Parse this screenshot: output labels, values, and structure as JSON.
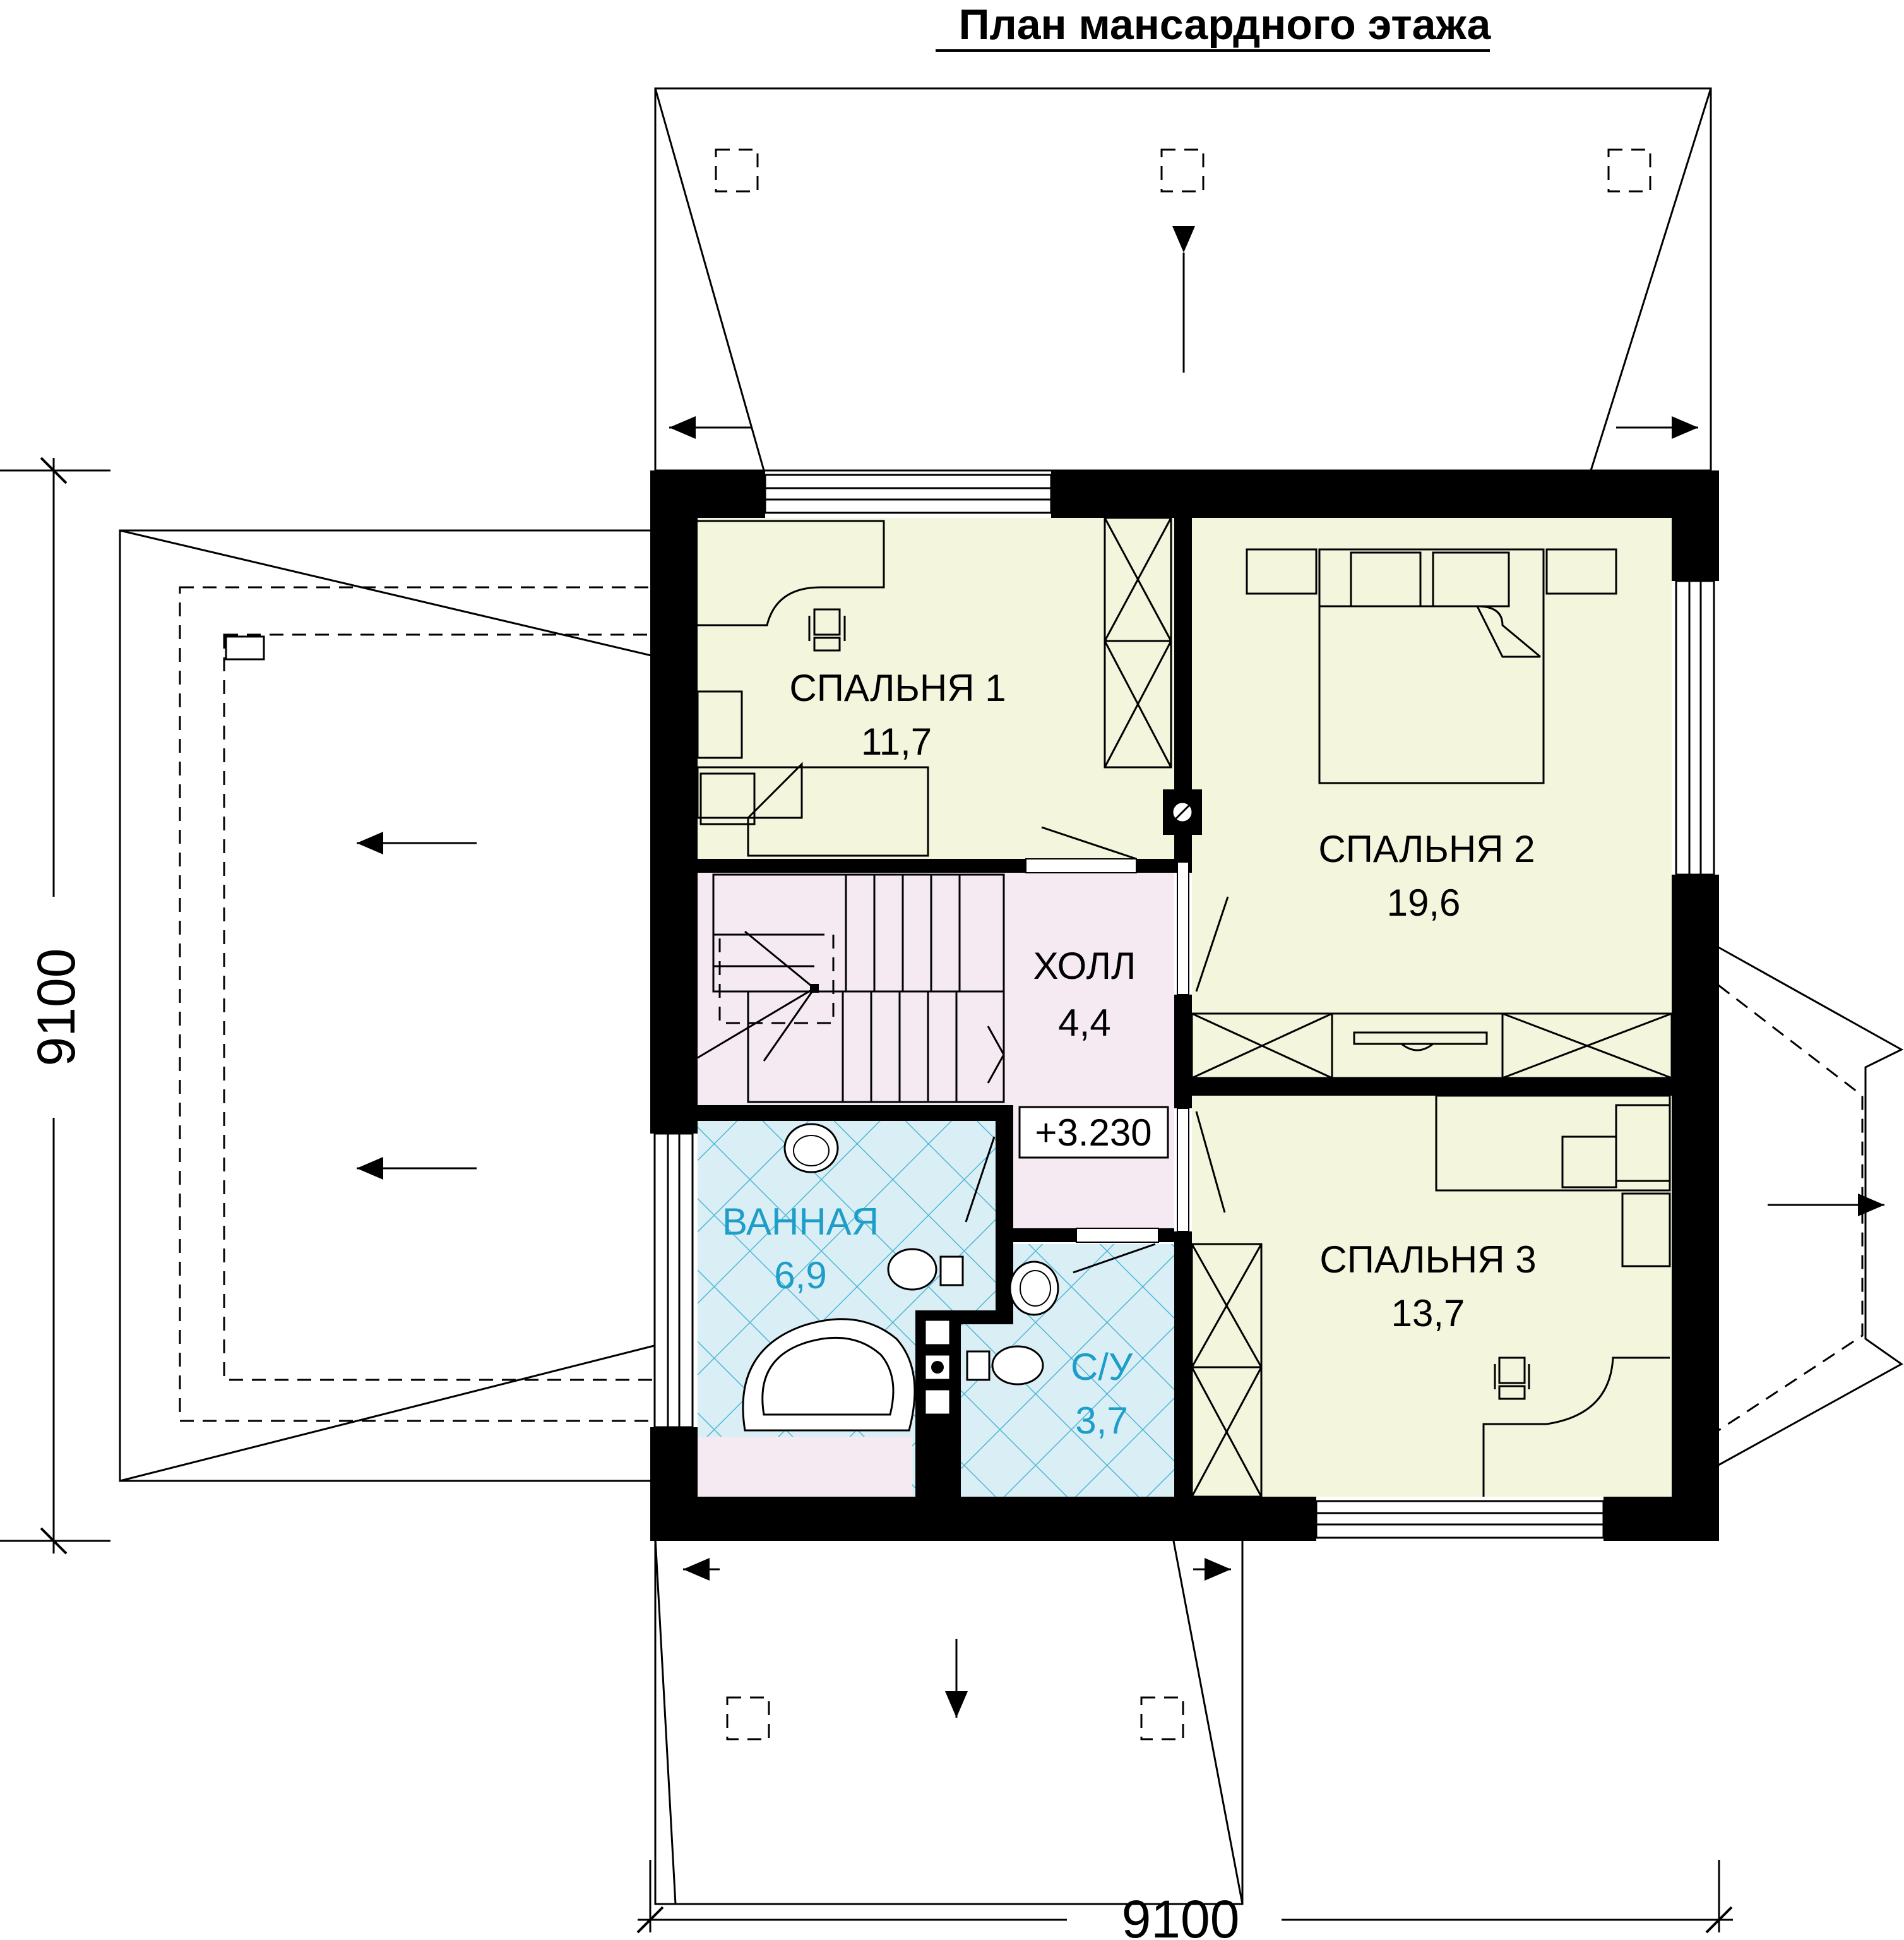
{
  "title": "План мансардного этажа",
  "rooms": {
    "bedroom1": {
      "name": "СПАЛЬНЯ 1",
      "area": "11,7"
    },
    "bedroom2": {
      "name": "СПАЛЬНЯ 2",
      "area": "19,6"
    },
    "hall": {
      "name": "ХОЛЛ",
      "area": "4,4"
    },
    "bathroom": {
      "name": "ВАННАЯ",
      "area": "6,9"
    },
    "wc": {
      "name": "С/У",
      "area": "3,7"
    },
    "bedroom3": {
      "name": "СПАЛЬНЯ 3",
      "area": "13,7"
    }
  },
  "level_mark": "+3.230",
  "dimensions": {
    "horizontal": "9100",
    "vertical": "9100"
  },
  "colors": {
    "bedroom_fill": "#f3f6dc",
    "hall_fill": "#f5eaf2",
    "wet_tile_fill": "#d9eff5",
    "tile_line": "#4fb6d6",
    "wall": "#000000",
    "wet_label": "#1e9dc9"
  }
}
